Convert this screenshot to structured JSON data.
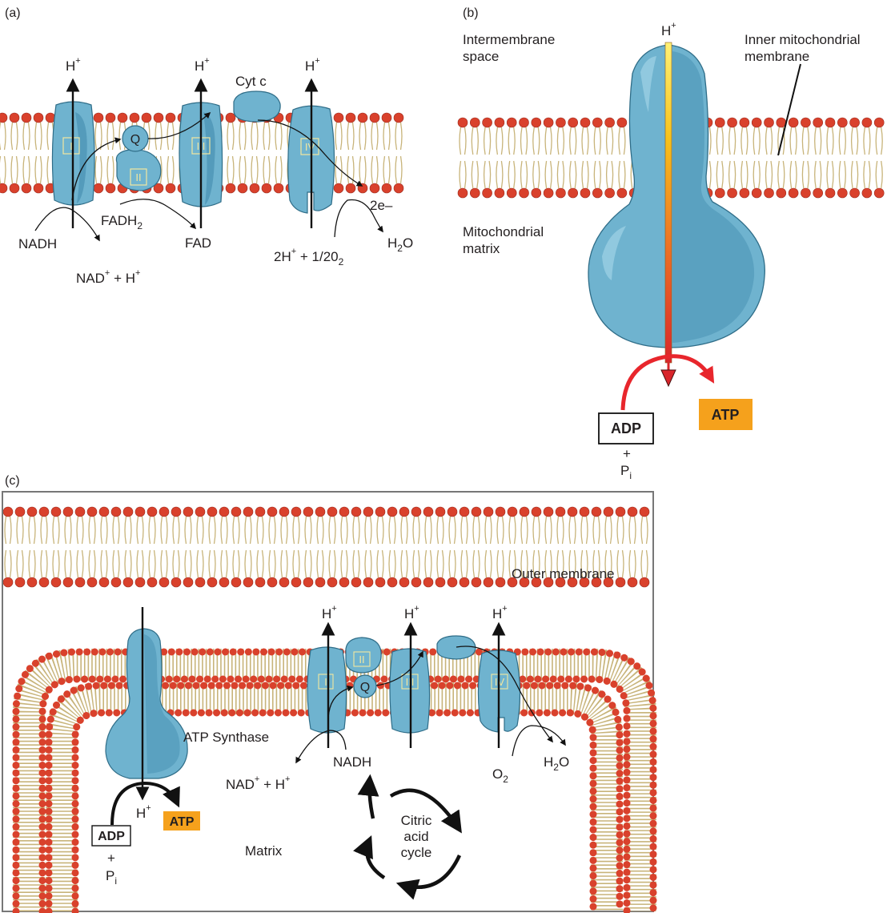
{
  "panel_a": {
    "label": "(a)",
    "h_plus_1": "H",
    "h_plus_2": "H",
    "h_plus_3": "H",
    "plus": "+",
    "cyt_c": "Cyt c",
    "complex_1": "I",
    "complex_2": "II",
    "complex_3": "III",
    "complex_4": "IV",
    "q": "Q",
    "fadh2": "FADH",
    "sub2": "2",
    "nadh": "NADH",
    "fad": "FAD",
    "nad": "NAD",
    "plus_h": " + H",
    "two_e": "2e–",
    "two_h": "2H",
    "half_o2": " + 1/20",
    "h2o": "H",
    "h2o_tail": "O"
  },
  "panel_b": {
    "label": "(b)",
    "h_plus": "H",
    "plus": "+",
    "intermembrane_1": "Intermembrane",
    "intermembrane_2": "space",
    "inner_membrane_1": "Inner mitochondrial",
    "inner_membrane_2": "membrane",
    "matrix_1": "Mitochondrial",
    "matrix_2": "matrix",
    "adp": "ADP",
    "atp": "ATP",
    "pi_plus": "+",
    "pi": "P",
    "pi_sub": "i"
  },
  "panel_c": {
    "label": "(c)",
    "outer_membrane": "Outer membrane",
    "atp_synthase": "ATP Synthase",
    "h_plus_syn": "H",
    "h_plus_1": "H",
    "h_plus_2": "H",
    "h_plus_3": "H",
    "plus": "+",
    "complex_1": "I",
    "complex_2": "II",
    "complex_3": "III",
    "complex_4": "IV",
    "q": "Q",
    "nad": "NAD",
    "plus_h": " + H",
    "nadh": "NADH",
    "o2": "O",
    "sub2": "2",
    "h2o": "H",
    "h2o_tail": "O",
    "adp": "ADP",
    "atp": "ATP",
    "pi_plus": "+",
    "pi": "P",
    "pi_sub": "i",
    "matrix": "Matrix",
    "cycle_1": "Citric",
    "cycle_2": "acid",
    "cycle_3": "cycle"
  },
  "colors": {
    "protein": "#6fb3cf",
    "protein_dark": "#4d95b5",
    "protein_stroke": "#2f6d88",
    "head": "#d9412c",
    "tail": "#c8b47a",
    "atp_box": "#f5a11c",
    "red_arrow": "#e8262c",
    "frame": "#777777"
  }
}
